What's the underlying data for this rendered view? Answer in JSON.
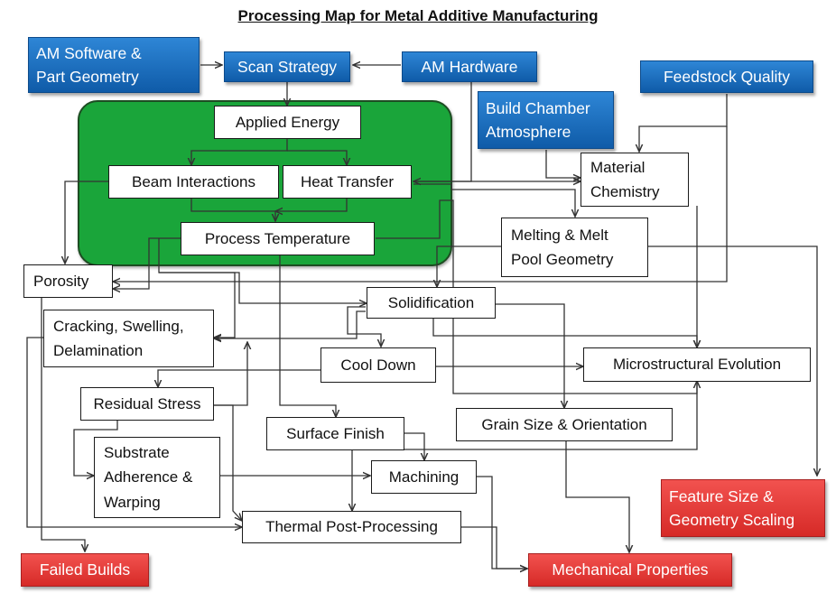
{
  "title": "Processing Map for Metal Additive Manufacturing",
  "colors": {
    "input_blue": "#1a6fc4",
    "outcome_red": "#e23b38",
    "process_green": "#1aa53a",
    "line": "#333333"
  },
  "nodes": {
    "am_software": "AM Software &\nPart Geometry",
    "scan_strategy": "Scan Strategy",
    "am_hardware": "AM Hardware",
    "feedstock_quality": "Feedstock Quality",
    "build_chamber": "Build Chamber\nAtmosphere",
    "applied_energy": "Applied Energy",
    "beam_interactions": "Beam Interactions",
    "heat_transfer": "Heat Transfer",
    "process_temperature": "Process Temperature",
    "material_chemistry": "Material\nChemistry",
    "melting_geometry": "Melting & Melt\nPool Geometry",
    "porosity": "Porosity",
    "solidification": "Solidification",
    "cracking": "Cracking, Swelling,\nDelamination",
    "cool_down": "Cool Down",
    "microstructural_evolution": "Microstructural Evolution",
    "residual_stress": "Residual Stress",
    "surface_finish": "Surface Finish",
    "grain_size": "Grain Size & Orientation",
    "substrate_adherence": "Substrate\nAdherence &\nWarping",
    "machining": "Machining",
    "feature_size": "Feature Size &\nGeometry Scaling",
    "thermal_post": "Thermal Post-Processing",
    "failed_builds": "Failed Builds",
    "mechanical_properties": "Mechanical Properties"
  }
}
